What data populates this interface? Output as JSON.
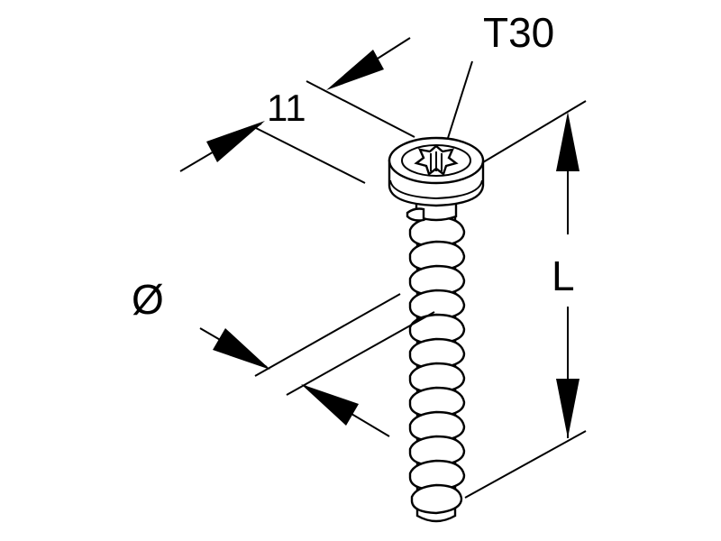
{
  "labels": {
    "drive": "T30",
    "head_diameter": "11",
    "thread_diameter": "Ø",
    "length": "L"
  }
}
